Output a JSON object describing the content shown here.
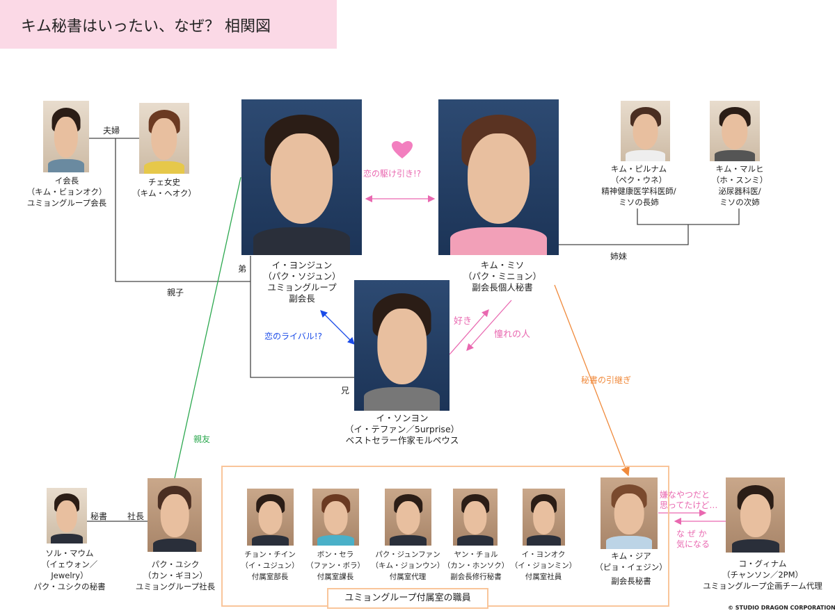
{
  "title": "キム秘書はいったい、なぜ？ 相関図",
  "people": {
    "chairman": [
      "イ会長",
      "（キム・ビョンオク）",
      "ユミョングループ会長"
    ],
    "mrs_choi": [
      "チェ女史",
      "（キム・ヘオク）"
    ],
    "youngjun": [
      "イ・ヨンジュン",
      "（パク・ソジュン）",
      "ユミョングループ",
      "副会長"
    ],
    "miso": [
      "キム・ミソ",
      "（パク・ミニョン）",
      "副会長個人秘書"
    ],
    "pilnam": [
      "キム・ピルナム",
      "（ペク・ウネ）",
      "精神健康医学科医師/",
      "ミソの長姉"
    ],
    "malhee": [
      "キム・マルヒ",
      "（ホ・スンミ）",
      "泌尿器科医/",
      "ミソの次姉"
    ],
    "sungyeon": [
      "イ・ソンヨン",
      "（イ・テファン／5urprise）",
      "ベストセラー作家モルペウス"
    ],
    "solmaum": [
      "ソル・マウム",
      "（イェウォン／",
      "Jewelry）",
      "パク・ユシクの秘書"
    ],
    "yoosik": [
      "パク・ユシク",
      "（カン・ギヨン）",
      "ユミョングループ社長"
    ],
    "jungchiin": [
      "チョン・チイン",
      "（イ・ユジュン）",
      "付属室部長"
    ],
    "bongsera": [
      "ボン・セラ",
      "（ファン・ボラ）",
      "付属室課長"
    ],
    "junhwan": [
      "パク・ジュンファン",
      "（キム・ジョンウン）",
      "付属室代理"
    ],
    "yangcheol": [
      "ヤン・チョル",
      "（カン・ホンソク）",
      "副会長修行秘書"
    ],
    "youngok": [
      "イ・ヨンオク",
      "（イ・ジョンミン）",
      "付属室社員"
    ],
    "jia": [
      "キム・ジア",
      "（ピョ・イェジン）",
      "副会長秘書"
    ],
    "gwinam": [
      "コ・グィナム",
      "（チャンソン／2PM）",
      "ユミョングループ企画チーム代理"
    ]
  },
  "relations": {
    "couple": "夫婦",
    "parent_child": "親子",
    "younger_brother": "弟",
    "older_brother": "兄",
    "sisters": "姉妹",
    "love_game": "恋の駆け引き!?",
    "love_rival": "恋のライバル!?",
    "likes": "好き",
    "admired": "憧れの人",
    "secretary_handover": "秘書の引継ぎ",
    "best_friend": "親友",
    "secretary": "秘書",
    "president": "社長",
    "jia_to_gwinam": [
      "嫌なやつだと",
      "思ってたけど…"
    ],
    "gwinam_to_jia": [
      "な ぜ か",
      "気になる"
    ]
  },
  "staff_caption": "ユミョングループ付属室の職員",
  "copyright": "© STUDIO DRAGON CORPORATION",
  "colors": {
    "title_bg": "#fbd9e6",
    "pink": "#e968b0",
    "blue": "#1a4be8",
    "orange": "#f08a3c",
    "green": "#2ca84f",
    "staff_box": "#f9c59a"
  }
}
